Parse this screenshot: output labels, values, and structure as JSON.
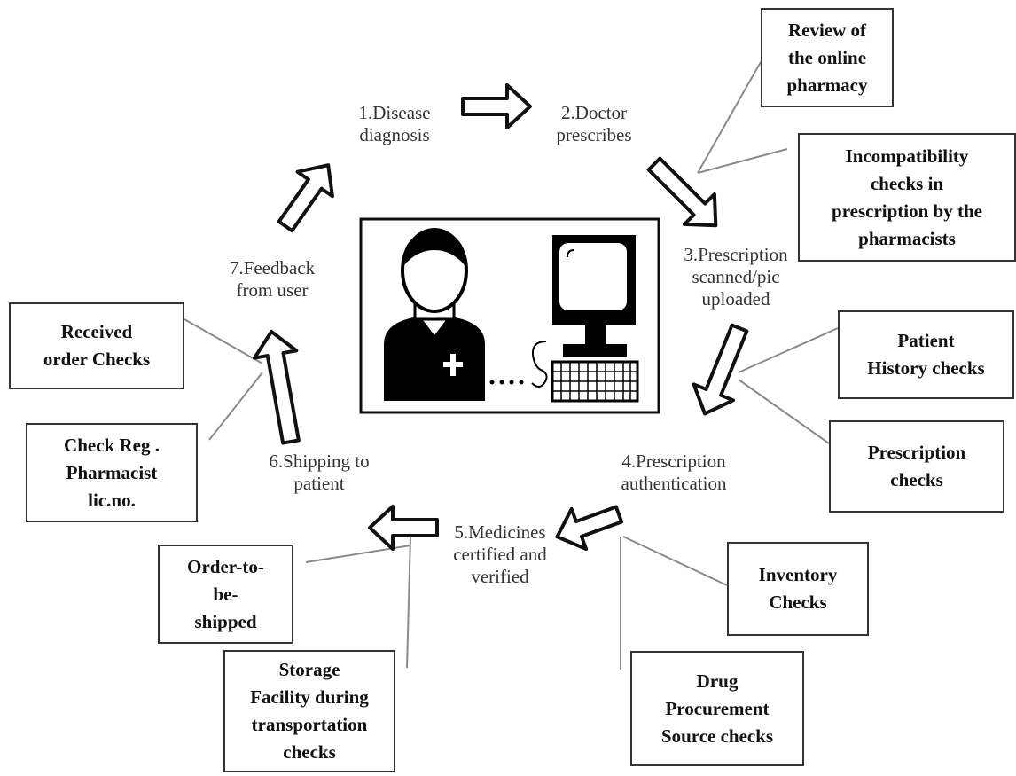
{
  "steps": {
    "s1": "1.Disease\ndiagnosis",
    "s2": "2.Doctor\nprescribes",
    "s3": "3.Prescription\nscanned/pic\nuploaded",
    "s4": "4.Prescription\nauthentication",
    "s5": "5.Medicines\ncertified and\nverified",
    "s6": "6.Shipping to\npatient",
    "s7": "7.Feedback\nfrom user"
  },
  "checks": {
    "review": "Review of\nthe online\npharmacy",
    "incompatibility": "Incompatibility\nchecks in\nprescription by the\npharmacists",
    "patient_history": "Patient\nHistory checks",
    "prescription": "Prescription\nchecks",
    "inventory": "Inventory\nChecks",
    "procurement": "Drug\nProcurement\nSource checks",
    "storage": "Storage\nFacility during\ntransportation\nchecks",
    "order_shipped": "Order-to-\nbe-\nshipped",
    "check_reg": "Check Reg .\nPharmacist\nlic.no.",
    "received_order": "Received\norder Checks"
  },
  "colors": {
    "ink": "#111111",
    "text": "#333333",
    "line": "#888888"
  }
}
